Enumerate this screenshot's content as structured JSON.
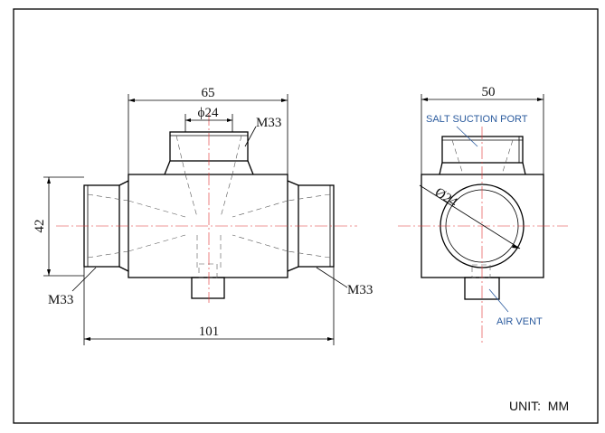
{
  "front_view": {
    "width_dim": "65",
    "bore_dim": "ϕ24",
    "top_thread": "M33",
    "height_dim": "42",
    "left_thread": "M33",
    "right_thread": "M33",
    "overall_length_dim": "101"
  },
  "side_view": {
    "width_dim": "50",
    "bore_dim": "Ø24",
    "salt_suction_port_label": "SALT SUCTION PORT",
    "air_vent_label": "AIR VENT"
  },
  "unit_label": "UNIT:  MM",
  "colors": {
    "annotation_blue": "#2b5b9e",
    "centerline_red": "#e03030"
  }
}
